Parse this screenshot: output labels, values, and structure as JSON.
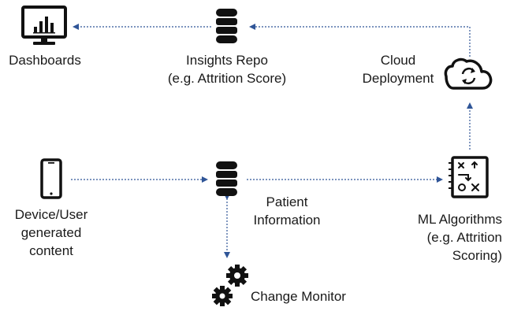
{
  "nodes": {
    "dashboards": {
      "label": "Dashboards",
      "icon": "monitor-chart-icon"
    },
    "insights_repo": {
      "label_line1": "Insights Repo",
      "label_line2": "(e.g. Attrition Score)",
      "icon": "database-icon"
    },
    "cloud": {
      "label_line1": "Cloud",
      "label_line2": "Deployment",
      "icon": "cloud-sync-icon"
    },
    "device": {
      "label_line1": "Device/User",
      "label_line2": "generated",
      "label_line3": "content",
      "icon": "smartphone-icon"
    },
    "patient_info": {
      "label_line1": "Patient",
      "label_line2": "Information",
      "icon": "database-icon"
    },
    "ml": {
      "label_line1": "ML Algorithms",
      "label_line2": "(e.g. Attrition",
      "label_line3": "Scoring)",
      "icon": "ml-strategy-icon"
    },
    "change_monitor": {
      "label": "Change Monitor",
      "icon": "gears-icon"
    }
  },
  "colors": {
    "icon": "#111111",
    "arrow": "#2f5597",
    "text": "#1a1a1a"
  }
}
